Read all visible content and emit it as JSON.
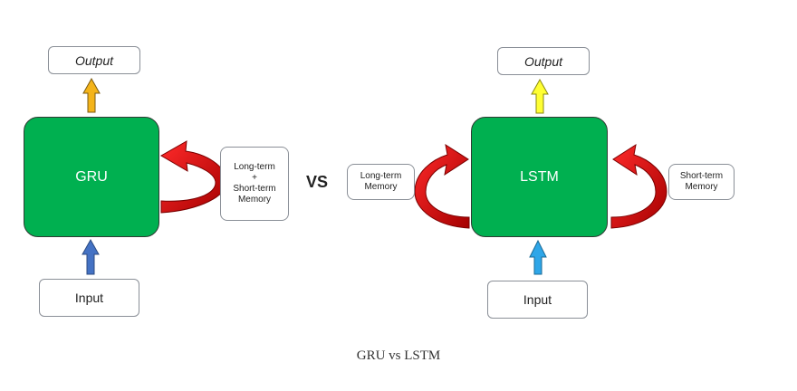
{
  "gru": {
    "output_label": "Output",
    "cell_label": "GRU",
    "input_label": "Input",
    "memory_lines": [
      "Long-term",
      "+",
      "Short-term",
      "Memory"
    ]
  },
  "vs_label": "VS",
  "lstm": {
    "output_label": "Output",
    "cell_label": "LSTM",
    "input_label": "Input",
    "left_memory_lines": [
      "Long-term",
      "Memory"
    ],
    "right_memory_lines": [
      "Short-term",
      "Memory"
    ]
  },
  "caption": "GRU vs LSTM",
  "colors": {
    "cell": "#00b050",
    "gru_output_arrow": "#f4b41a",
    "gru_input_arrow": "#4472c4",
    "lstm_output_arrow": "#ffff33",
    "lstm_input_arrow": "#2ea6e8",
    "recurrent_arrow": "#c00000"
  }
}
